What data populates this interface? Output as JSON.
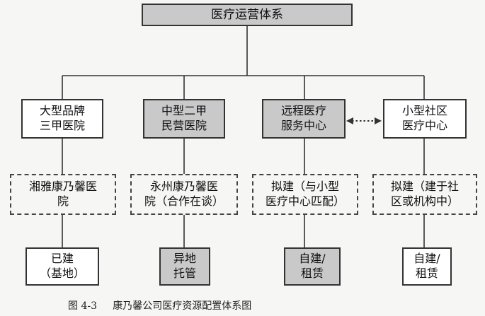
{
  "root": {
    "label": "医疗运营体系"
  },
  "columns": [
    {
      "level1": {
        "label": "大型品牌\n三甲医院",
        "filled": false
      },
      "level2": {
        "label": "湘雅康乃馨医\n院"
      },
      "level3": {
        "label": "已建\n（基地）",
        "filled": false
      }
    },
    {
      "level1": {
        "label": "中型二甲\n民营医院",
        "filled": true
      },
      "level2": {
        "label": "永州康乃馨医\n院（合作在谈）"
      },
      "level3": {
        "label": "异地\n托管",
        "filled": true
      }
    },
    {
      "level1": {
        "label": "远程医疗\n服务中心",
        "filled": true
      },
      "level2": {
        "label": "拟建（与小型\n医疗中心匹配）"
      },
      "level3": {
        "label": "自建/\n租赁",
        "filled": true
      }
    },
    {
      "level1": {
        "label": "小型社区\n医疗中心",
        "filled": false
      },
      "level2": {
        "label": "拟建（建于社\n区或机构中）"
      },
      "level3": {
        "label": "自建/\n租赁",
        "filled": false
      }
    }
  ],
  "caption": {
    "number": "图 4-3",
    "text": "康乃馨公司医疗资源配置体系图"
  },
  "colors": {
    "line": "#333333",
    "gray_fill": "#c9c9c9",
    "white_fill": "#ffffff"
  }
}
